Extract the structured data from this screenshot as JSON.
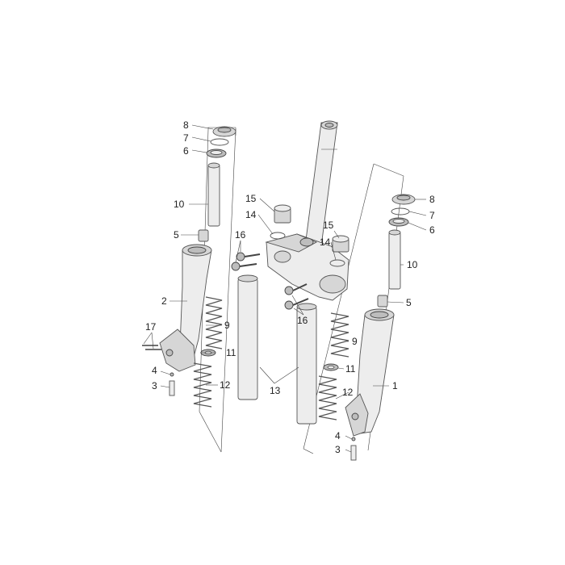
{
  "callouts": {
    "l1": "1",
    "l2": "2",
    "l3a": "3",
    "l3b": "3",
    "l4a": "4",
    "l4b": "4",
    "l5a": "5",
    "l5b": "5",
    "l6a": "6",
    "l6b": "6",
    "l7a": "7",
    "l7b": "7",
    "l8a": "8",
    "l8b": "8",
    "l9a": "9",
    "l9b": "9",
    "l10a": "10",
    "l10b": "10",
    "l11a": "11",
    "l11b": "11",
    "l12a": "12",
    "l12b": "12",
    "l13": "13",
    "l14a": "14",
    "l14b": "14",
    "l15a": "15",
    "l15b": "15",
    "l16a": "16",
    "l16b": "16",
    "l17": "17"
  }
}
